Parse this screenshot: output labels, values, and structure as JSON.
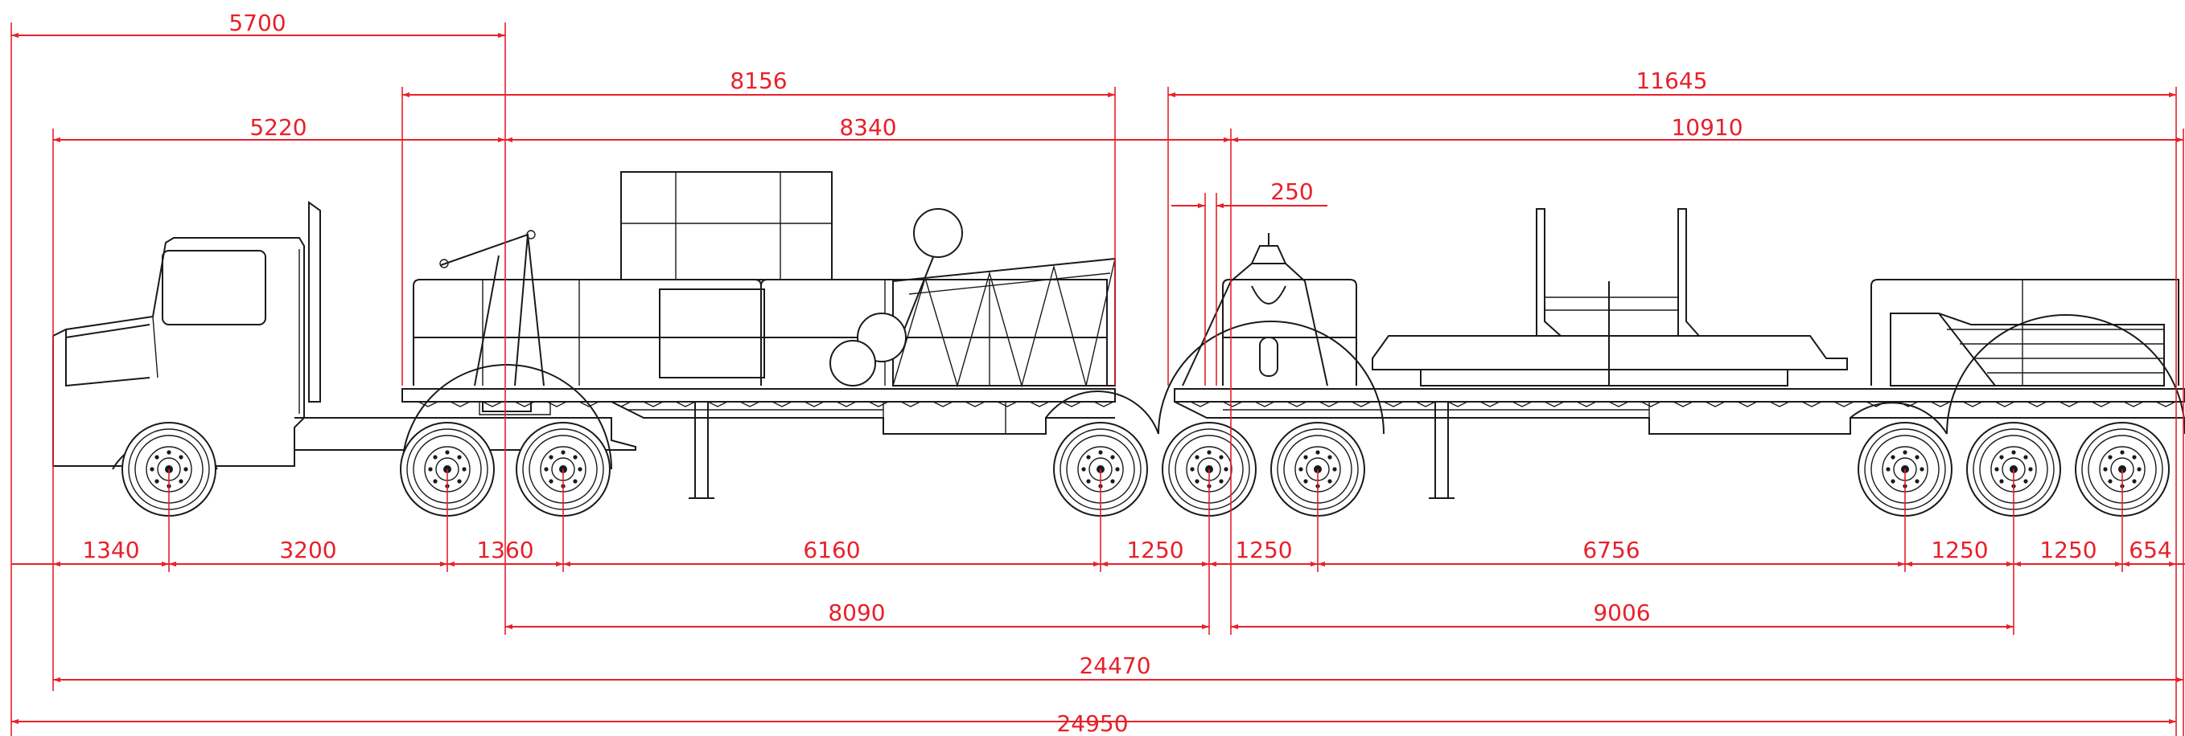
{
  "dimensions": {
    "top_row1": [
      "5700"
    ],
    "top_row2": [
      "8156",
      "11645"
    ],
    "top_row3": [
      "5220",
      "8340",
      "10910"
    ],
    "detail": [
      "250"
    ],
    "bottom_row1": [
      "1340",
      "3200",
      "1360",
      "6160",
      "1250",
      "1250",
      "6756",
      "1250",
      "1250",
      "654"
    ],
    "bottom_row2": [
      "8090",
      "9006"
    ],
    "overall": [
      "24470",
      "24950"
    ]
  },
  "colors": {
    "dimension": "#e8202a",
    "line": "#1a1a1a",
    "background": "#ffffff"
  }
}
